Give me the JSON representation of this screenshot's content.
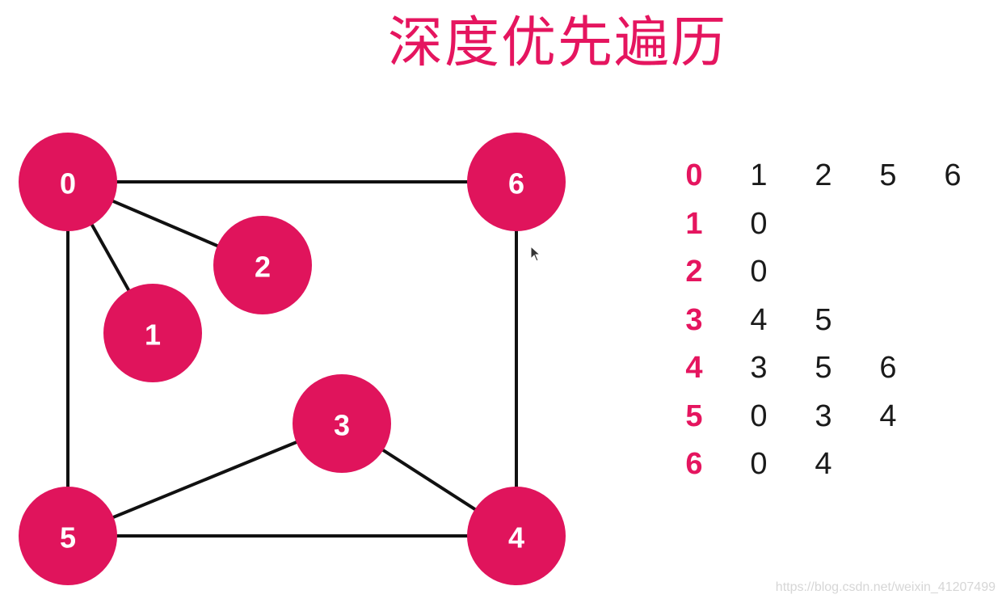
{
  "title": "深度优先遍历",
  "colors": {
    "accent": "#e0145c",
    "edge": "#111111",
    "node_text": "#ffffff",
    "table_value": "#1a1a1a"
  },
  "graph": {
    "nodes": [
      "0",
      "1",
      "2",
      "3",
      "4",
      "5",
      "6"
    ],
    "edges": [
      [
        "0",
        "6"
      ],
      [
        "0",
        "2"
      ],
      [
        "0",
        "1"
      ],
      [
        "0",
        "5"
      ],
      [
        "6",
        "4"
      ],
      [
        "5",
        "4"
      ],
      [
        "5",
        "3"
      ],
      [
        "3",
        "4"
      ]
    ]
  },
  "adjacency": [
    {
      "key": "0",
      "values": [
        "1",
        "2",
        "5",
        "6"
      ]
    },
    {
      "key": "1",
      "values": [
        "0"
      ]
    },
    {
      "key": "2",
      "values": [
        "0"
      ]
    },
    {
      "key": "3",
      "values": [
        "4",
        "5"
      ]
    },
    {
      "key": "4",
      "values": [
        "3",
        "5",
        "6"
      ]
    },
    {
      "key": "5",
      "values": [
        "0",
        "3",
        "4"
      ]
    },
    {
      "key": "6",
      "values": [
        "0",
        "4"
      ]
    }
  ],
  "watermark": "https://blog.csdn.net/weixin_41207499"
}
